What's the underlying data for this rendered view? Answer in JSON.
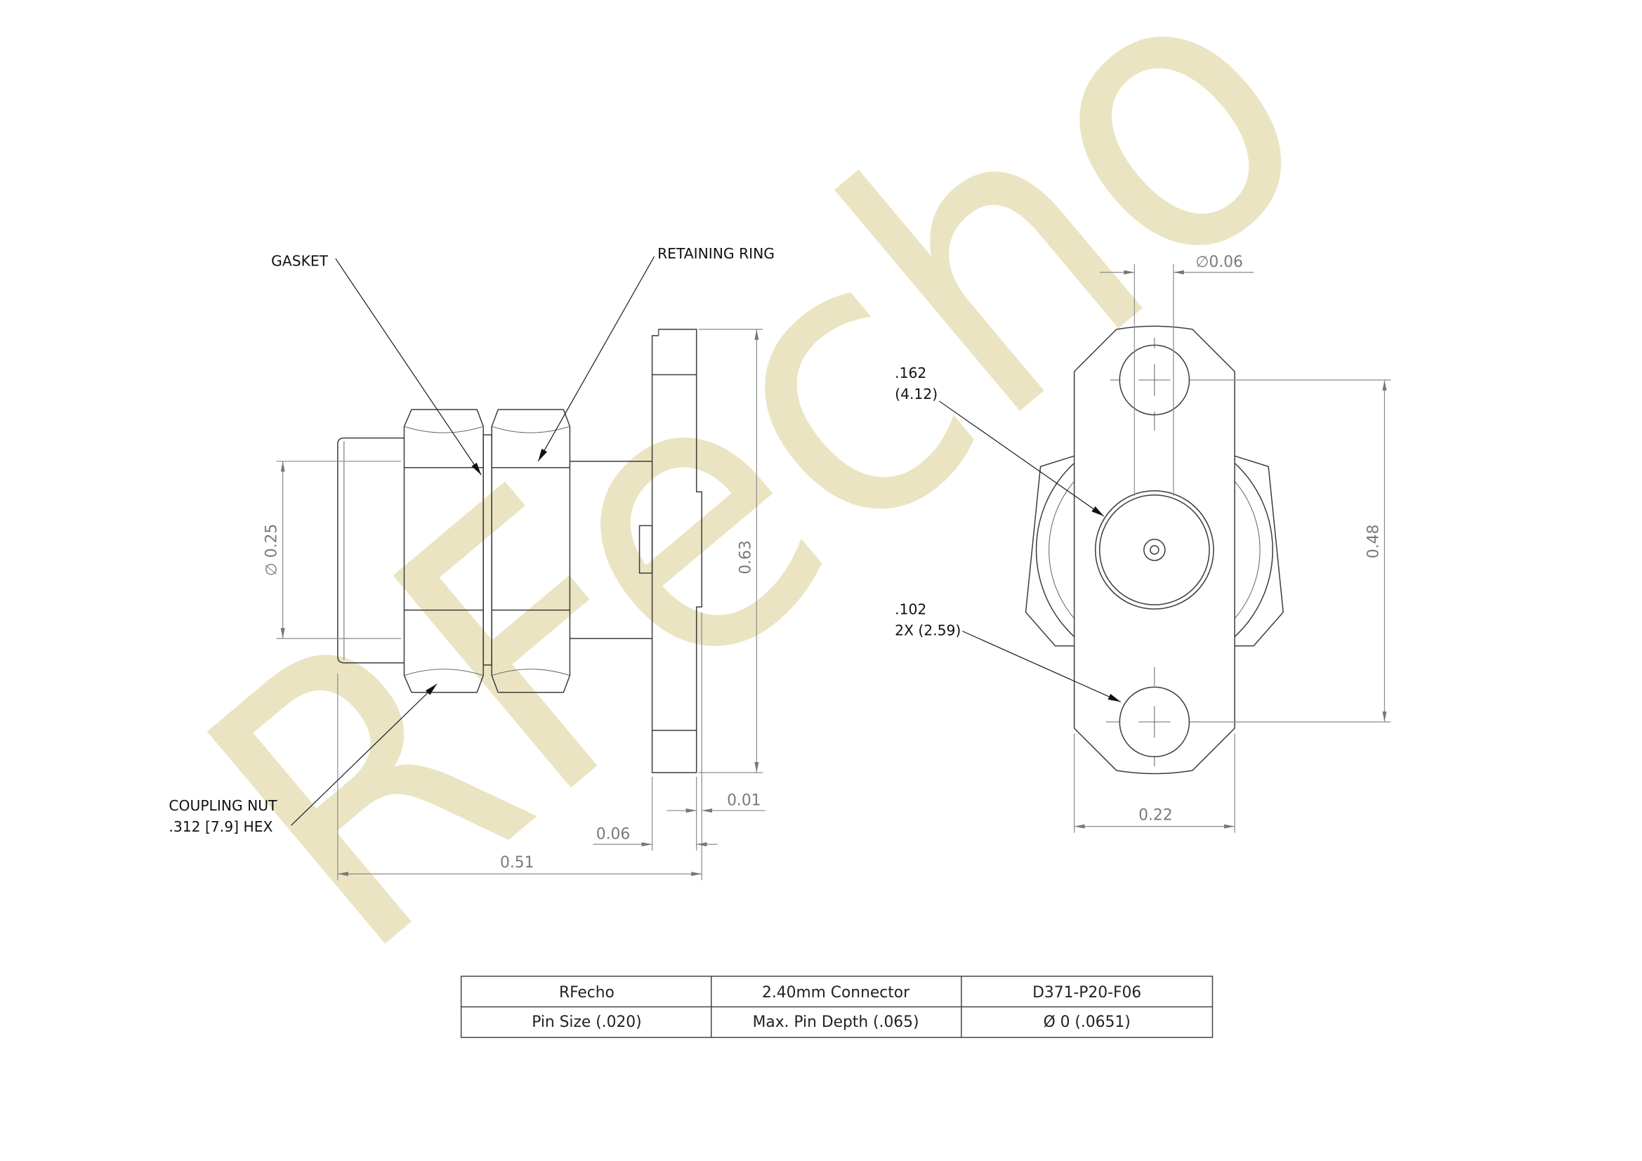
{
  "watermark": "RFecho",
  "labels": {
    "gasket": "GASKET",
    "retaining_ring": "RETAINING RING",
    "coupling_nut_line1": "COUPLING NUT",
    "coupling_nut_line2": ".312 [7.9] HEX",
    "center_hole_line1": ".162",
    "center_hole_line2": "(4.12)",
    "mount_hole_line1": ".102",
    "mount_hole_line2": "2X (2.59)"
  },
  "dimensions": {
    "barrel_diameter": "∅ 0.25",
    "flange_height": "0.63",
    "overall_length": "0.51",
    "flange_thickness": "0.06",
    "flange_step": "0.01",
    "hole_diameter": "∅0.06",
    "hole_spacing": "0.48",
    "flange_width": "0.22"
  },
  "title_block": {
    "rows": [
      [
        "RFecho",
        "2.40mm Connector",
        "D371-P20-F06"
      ],
      [
        "Pin Size (.020)",
        "Max. Pin Depth (.065)",
        "Ø 0 (.0651)"
      ]
    ]
  },
  "colors": {
    "outline": "#3c3c3c",
    "dimension": "#7a7a7a",
    "watermark": "#ebe4c2"
  }
}
